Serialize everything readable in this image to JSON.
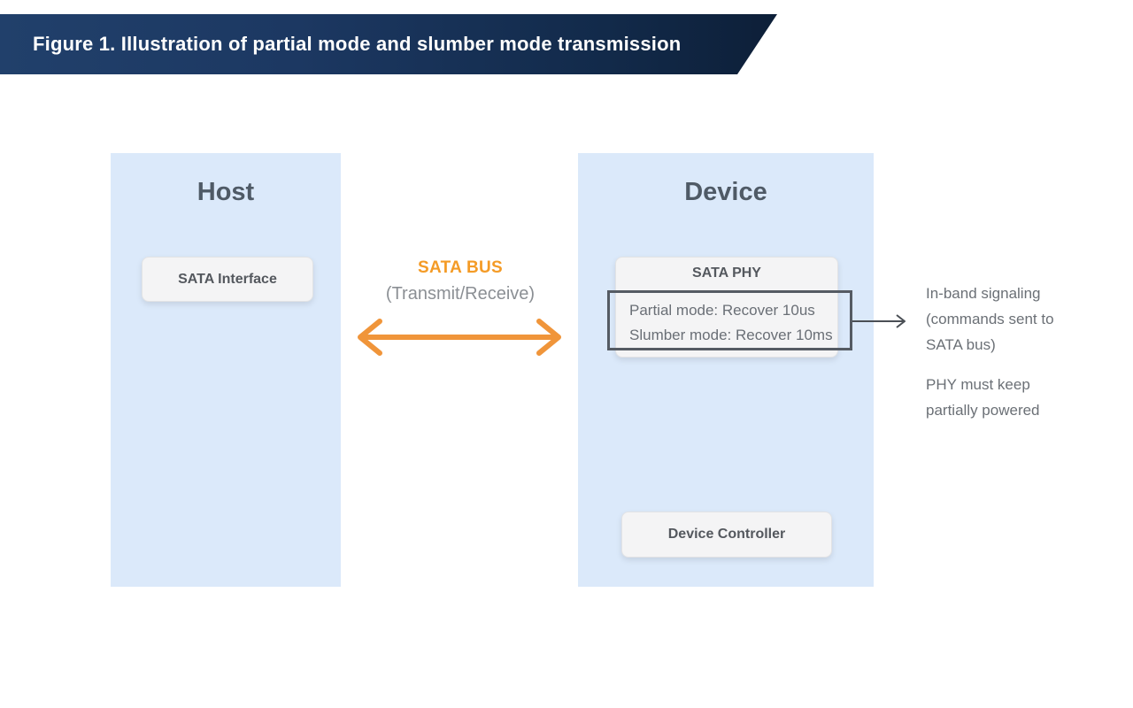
{
  "banner": {
    "title": "Figure 1. Illustration of partial mode and slumber mode transmission"
  },
  "host_panel": {
    "title": "Host",
    "interface_box_label": "SATA Interface"
  },
  "bus": {
    "label": "SATA BUS",
    "sublabel": "(Transmit/Receive)"
  },
  "device_panel": {
    "title": "Device",
    "phy_box_label": "SATA PHY",
    "phy_modes": [
      "Partial mode: Recover 10us",
      "Slumber mode: Recover 10ms"
    ],
    "controller_box_label": "Device Controller"
  },
  "annotations": {
    "inband_lines": [
      "In-band signaling",
      "(commands sent to",
      "SATA bus)"
    ],
    "phy_power_lines": [
      "PHY must keep",
      "partially powered"
    ]
  },
  "icons": {
    "bus_arrow": "double-headed-arrow-icon",
    "connector_arrow": "right-arrow-icon"
  },
  "colors": {
    "banner_navy_left": "#21406b",
    "banner_navy_right": "#0d1f38",
    "panel_blue": "#dbe9fa",
    "box_fill": "#f4f4f5",
    "accent_orange": "#f49b26",
    "title_gray": "#4f5a66",
    "body_gray": "#6a6f76",
    "modes_border": "#555b63"
  }
}
